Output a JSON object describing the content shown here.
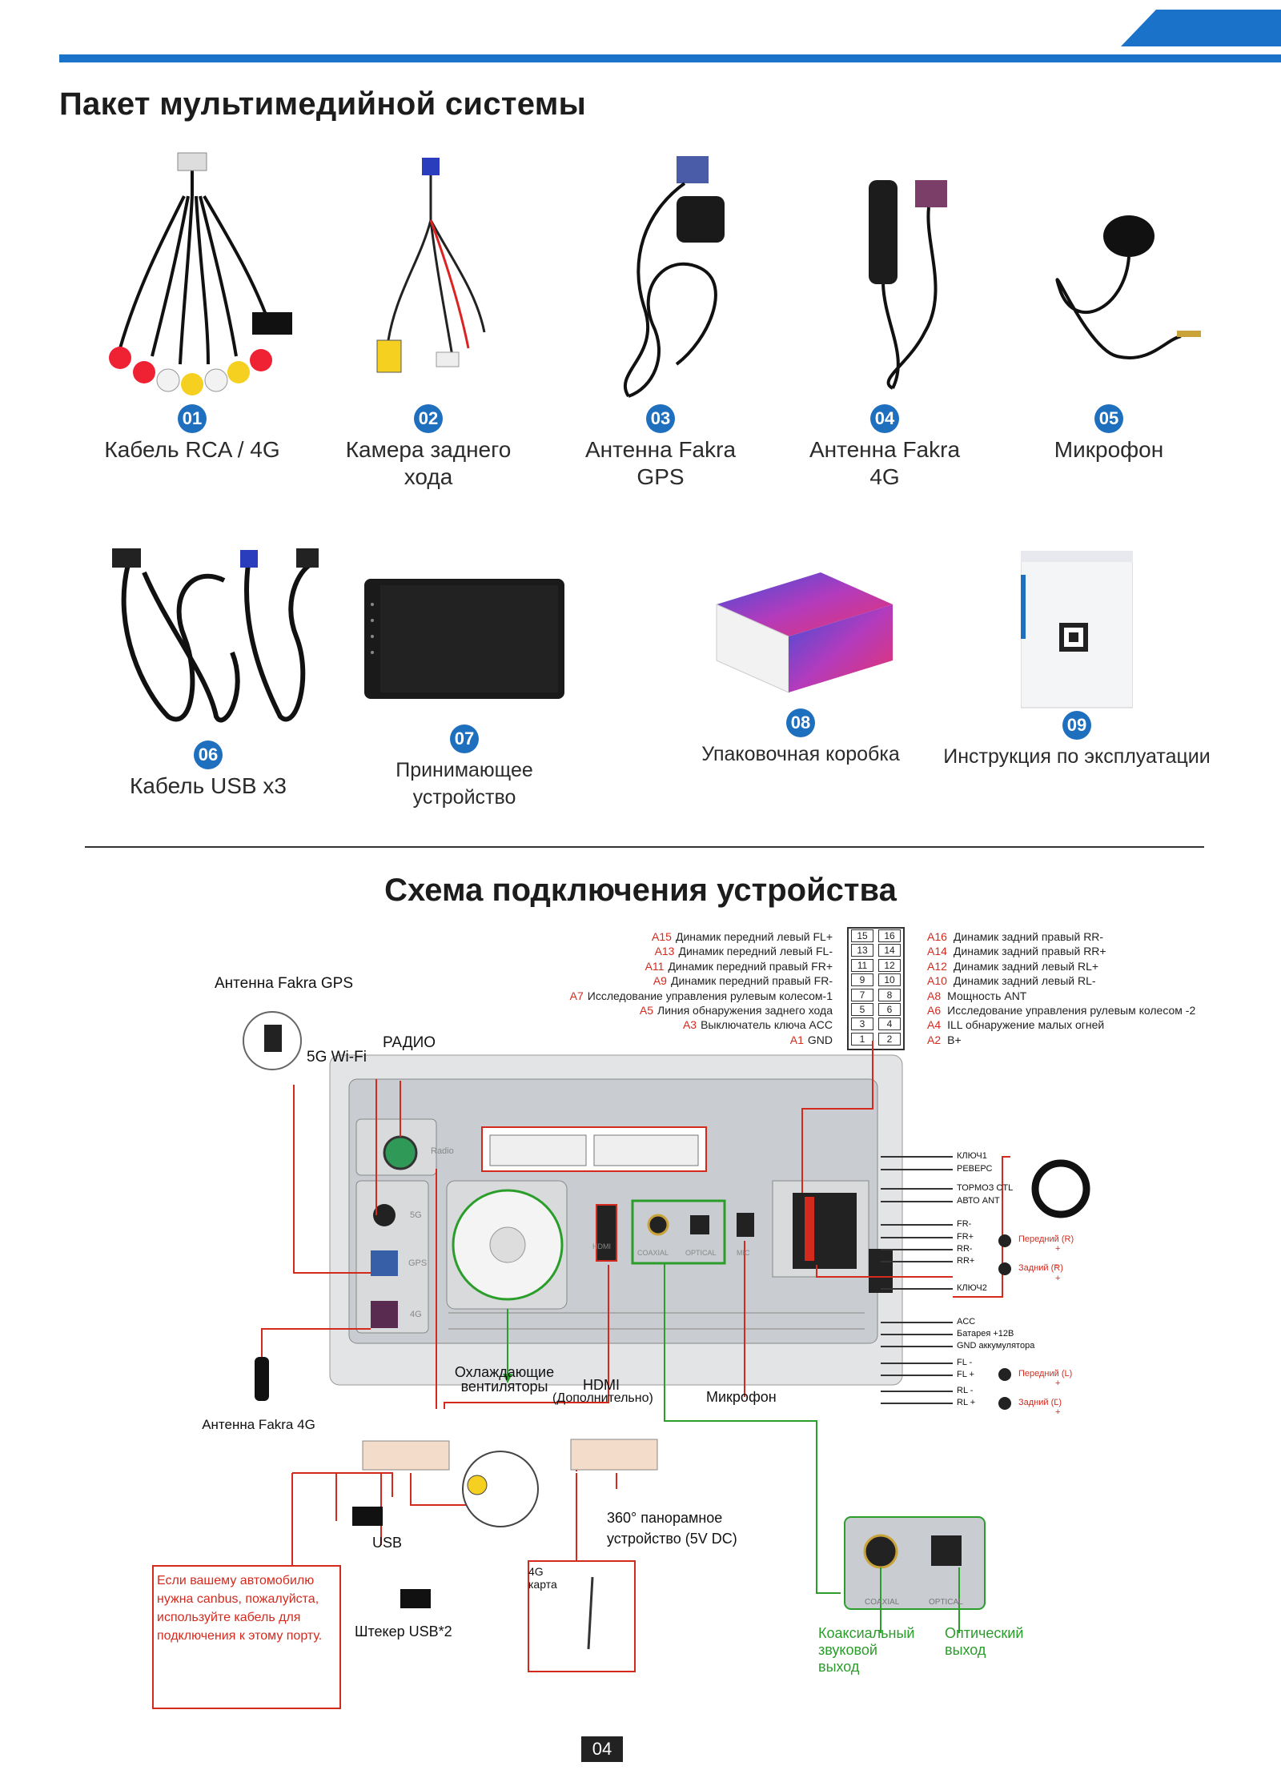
{
  "page_title": "Пакет мультимедийной системы",
  "items": [
    {
      "num": "01",
      "label": "Кабель RCA / 4G"
    },
    {
      "num": "02",
      "label": "Камера заднего хода"
    },
    {
      "num": "03",
      "label": "Антенна Fakra GPS"
    },
    {
      "num": "04",
      "label": "Антенна Fakra 4G"
    },
    {
      "num": "05",
      "label": "Микрофон"
    },
    {
      "num": "06",
      "label": "Кабель USB x3"
    },
    {
      "num": "07",
      "label": "Принимающее устройство"
    },
    {
      "num": "08",
      "label": "Упаковочная коробка"
    },
    {
      "num": "09",
      "label": "Инструкция по эксплуатации"
    }
  ],
  "diagram": {
    "title": "Схема подключения устройства",
    "pins_left": [
      {
        "code": "A15",
        "text": "Динамик передний левый FL+",
        "num": "15"
      },
      {
        "code": "A13",
        "text": "Динамик передний левый FL-",
        "num": "13"
      },
      {
        "code": "A11",
        "text": "Динамик передний правый FR+",
        "num": "11"
      },
      {
        "code": "A9",
        "text": "Динамик передний правый FR-",
        "num": "9"
      },
      {
        "code": "A7",
        "text": "Исследование управления рулевым колесом-1",
        "num": "7"
      },
      {
        "code": "A5",
        "text": "Линия обнаружения заднего хода",
        "num": "5"
      },
      {
        "code": "A3",
        "text": "Выключатель ключа ACC",
        "num": "3"
      },
      {
        "code": "A1",
        "text": "GND",
        "num": "1"
      }
    ],
    "pins_right": [
      {
        "code": "A16",
        "text": "Динамик задний правый RR-",
        "num": "16"
      },
      {
        "code": "A14",
        "text": "Динамик задний правый RR+",
        "num": "14"
      },
      {
        "code": "A12",
        "text": "Динамик задний левый RL+",
        "num": "12"
      },
      {
        "code": "A10",
        "text": "Динамик задний левый RL-",
        "num": "10"
      },
      {
        "code": "A8",
        "text": "Мощность ANT",
        "num": "8"
      },
      {
        "code": "A6",
        "text": "Исследование управления рулевым колесом -2",
        "num": "6"
      },
      {
        "code": "A4",
        "text": "ILL обнаружение малых огней",
        "num": "4"
      },
      {
        "code": "A2",
        "text": "B+",
        "num": "2"
      }
    ],
    "labels": {
      "gps_antenna": "Антенна Fakra GPS",
      "wifi": "5G Wi-Fi",
      "radio": "РАДИО",
      "antenna_4g": "Антенна Fakra 4G",
      "cooling": "Охлаждающие вентиляторы",
      "hdmi": "HDMI",
      "hdmi_optional": "(Дополнительно)",
      "microphone": "Микрофон",
      "panoramic": "360° панорамное устройство (5V DC)",
      "usb": "USB",
      "usb_plug": "Штекер USB*2",
      "card_4g": "4G карта",
      "coax_out": "Коаксиальный звуковой выход",
      "optical_out": "Оптический выход",
      "warning": "Если вашему автомобилю нужна canbus, пожалуйста, используйте кабель для подключения к этому порту."
    },
    "panel_text": {
      "radio": "Radio",
      "p5g": "5G",
      "gps": "GPS",
      "p4g": "4G",
      "hdmi": "HDMI",
      "coaxial": "COAXIAL",
      "optical": "OPTICAL",
      "mic": "MIC"
    },
    "right_wires": [
      "КЛЮЧ1",
      "РЕВЕРС",
      "ТОРМОЗ CTL",
      "АВТО ANT",
      "FR-",
      "FR+",
      "RR-",
      "RR+",
      "КЛЮЧ2",
      "ACC",
      "Батарея +12В",
      "GND аккумулятора",
      "FL -",
      "FL +",
      "RL -",
      "RL +"
    ],
    "speaker_labels": {
      "front_r": "Передний (R)",
      "rear_r": "Задний (R)",
      "front_l": "Передний (L)",
      "rear_l": "Задний (L)"
    },
    "sign_minus": "-",
    "sign_plus": "+"
  },
  "page_number": "04"
}
